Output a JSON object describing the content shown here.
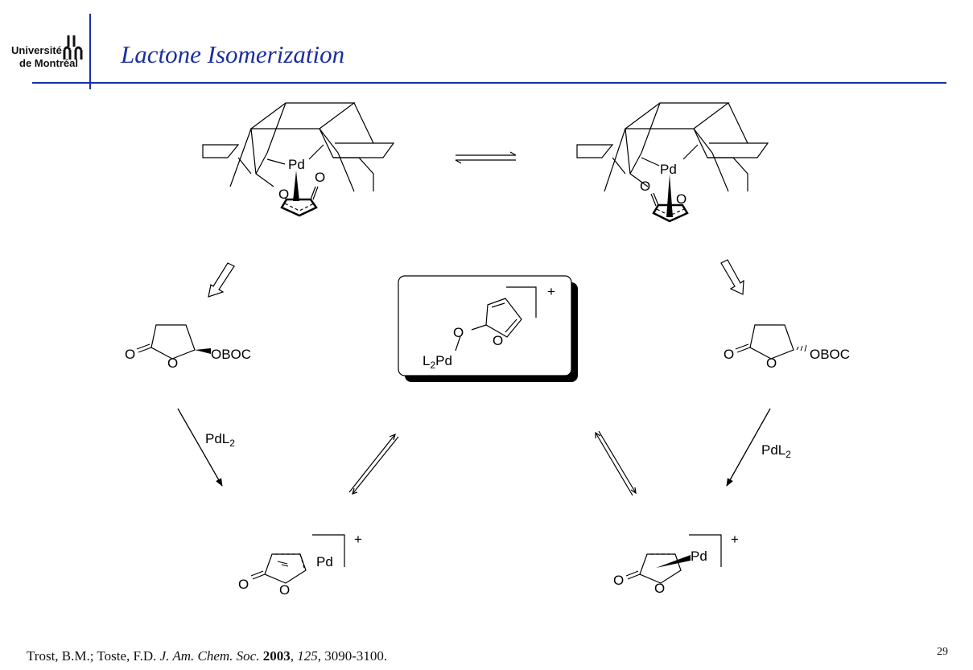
{
  "header": {
    "logo_line1": "Université",
    "logo_line2": "de Montréal",
    "title": "Lactone Isomerization"
  },
  "diagram": {
    "atoms": {
      "pd": "Pd",
      "o": "O",
      "obo": "OBOC",
      "l": "L",
      "sub2": "2",
      "plus": "+"
    },
    "reagent_main": "PdL",
    "reagent_sub": "2"
  },
  "footer": {
    "ref_authors": "Trost, B.M.; Toste, F.D.",
    "ref_journal": "J. Am. Chem. Soc.",
    "ref_year": "2003",
    "ref_volume": "125",
    "ref_pages": ", 3090-3100.",
    "page_number": "29"
  },
  "colors": {
    "title": "#1a2fa0",
    "rule": "#1a2fa0",
    "ink": "#000000"
  }
}
